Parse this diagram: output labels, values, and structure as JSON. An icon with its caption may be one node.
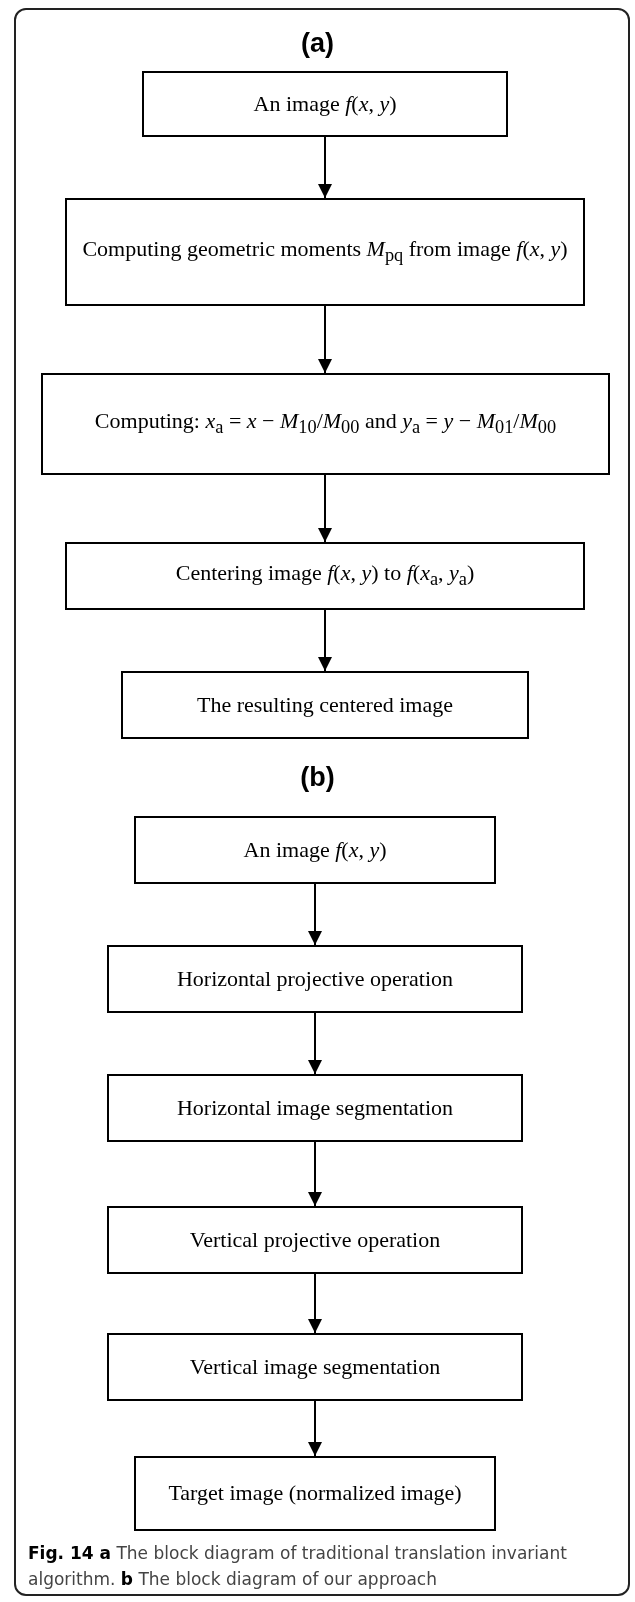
{
  "diagram": {
    "caption": "**Fig. 14 a** The block diagram of traditional translation invariant algorithm. **b** The block diagram of our approach",
    "nodes": [
      {
        "text": [
          "An image *f*(*x*, *y*)"
        ]
      },
      {
        "text": [
          "Computing geometric moments *M*$_{pq}$ from image *f*(*x*, *y*)"
        ]
      },
      {
        "text": [
          "Computing: *x*$_{a}$ = *x* − *M*$_{10}$/*M*$_{00}$ and *y*$_{a}$ = *y* − *M*$_{01}$/*M*$_{00}$"
        ]
      },
      {
        "text": [
          "Centering image *f*(*x*, *y*) to *f*(*x*$_{a}$, *y*$_{a}$)"
        ]
      },
      {
        "text": [
          "The resulting centered image"
        ]
      },
      {
        "text": [
          "An image *f*(*x*, *y*)"
        ]
      },
      {
        "text": [
          "Horizontal projective operation"
        ]
      },
      {
        "text": [
          "Horizontal image segmentation"
        ]
      },
      {
        "text": [
          "Vertical projective operation"
        ]
      },
      {
        "text": [
          "Vertical image segmentation"
        ]
      },
      {
        "text": [
          "Target image (normalized image)"
        ]
      }
    ],
    "edges": [
      {
        "from": 0,
        "to": 1,
        "arrow": "to"
      },
      {
        "from": 1,
        "to": 2,
        "arrow": "to"
      },
      {
        "from": 2,
        "to": 3,
        "arrow": "to"
      },
      {
        "from": 3,
        "to": 4,
        "arrow": "to"
      },
      {
        "from": 5,
        "to": 6,
        "arrow": "to"
      },
      {
        "from": 6,
        "to": 7,
        "arrow": "to"
      },
      {
        "from": 7,
        "to": 8,
        "arrow": "to"
      },
      {
        "from": 8,
        "to": 9,
        "arrow": "to"
      },
      {
        "from": 9,
        "to": 10,
        "arrow": "to"
      }
    ],
    "labels": [
      "(a)",
      "(b)"
    ]
  }
}
